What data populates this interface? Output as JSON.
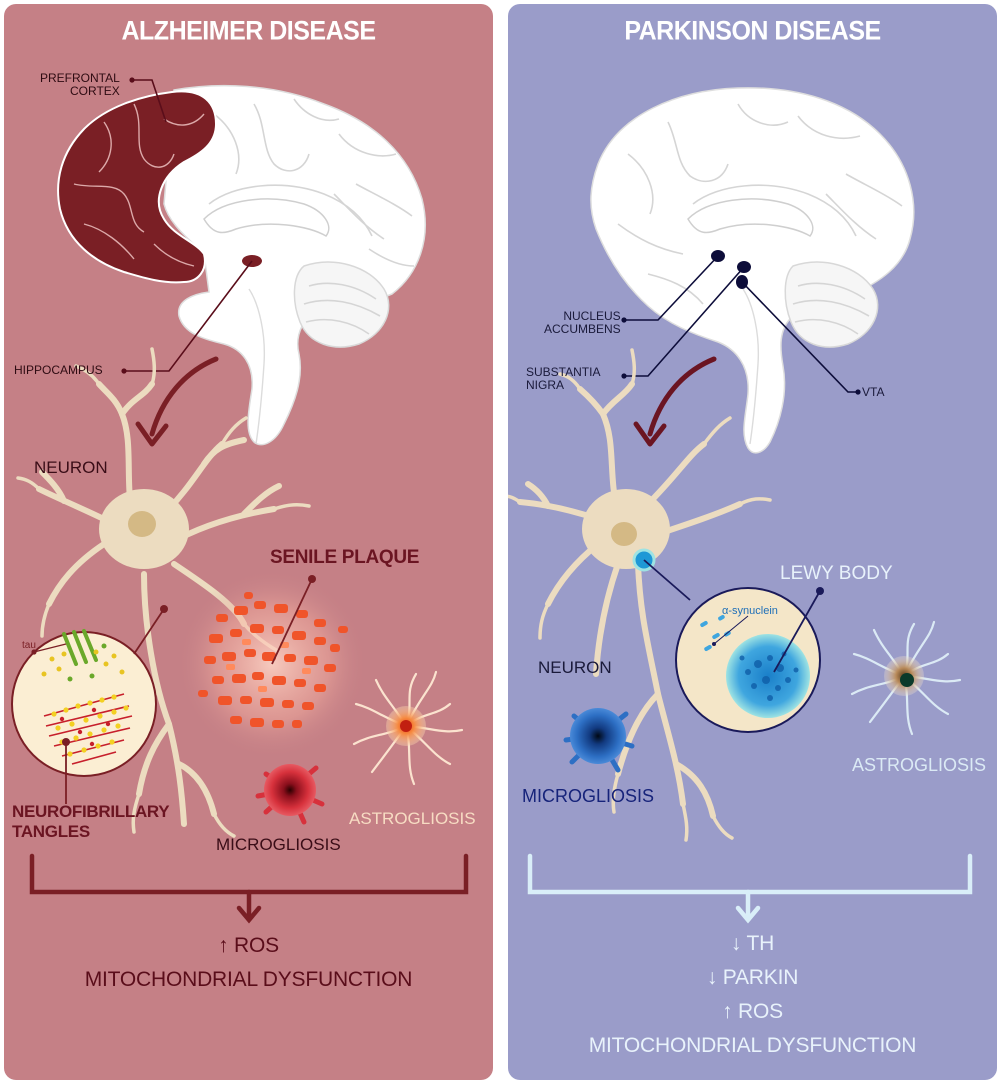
{
  "alzheimer": {
    "title": "ALZHEIMER DISEASE",
    "labels": {
      "prefrontal_cortex_1": "PREFRONTAL",
      "prefrontal_cortex_2": "CORTEX",
      "hippocampus": "HIPPOCAMPUS",
      "neuron": "NEURON",
      "senile_plaque": "SENILE PLAQUE",
      "tau": "tau",
      "neurofibrillary_1": "NEUROFIBRILLARY",
      "neurofibrillary_2": "TANGLES",
      "microgliosis": "MICROGLIOSIS",
      "astrogliosis": "ASTROGLIOSIS"
    },
    "outcome": {
      "line1": "↑ ROS",
      "line2": "MITOCHONDRIAL DYSFUNCTION"
    }
  },
  "parkinson": {
    "title": "PARKINSON DISEASE",
    "labels": {
      "nucleus_accumbens_1": "NUCLEUS",
      "nucleus_accumbens_2": "ACCUMBENS",
      "substantia_nigra_1": "SUBSTANTIA",
      "substantia_nigra_2": "NIGRA",
      "vta": "VTA",
      "lewy_body": "LEWY BODY",
      "alpha_synuclein": "α-synuclein",
      "neuron": "NEURON",
      "microgliosis": "MICROGLIOSIS",
      "astrogliosis": "ASTROGLIOSIS"
    },
    "outcome": {
      "line1": "↓ TH",
      "line2": "↓ PARKIN",
      "line3": "↑ ROS",
      "line4": "MITOCHONDRIAL DYSFUNCTION"
    }
  },
  "colors": {
    "alzheimer_panel": "#c58086",
    "parkinson_panel": "#9a9cc9",
    "cortex_highlight": "#7a1f25",
    "neuron_fill": "#ecdcc0",
    "plaque": "#f25a2a",
    "lewy_body": "#1e98d6"
  }
}
